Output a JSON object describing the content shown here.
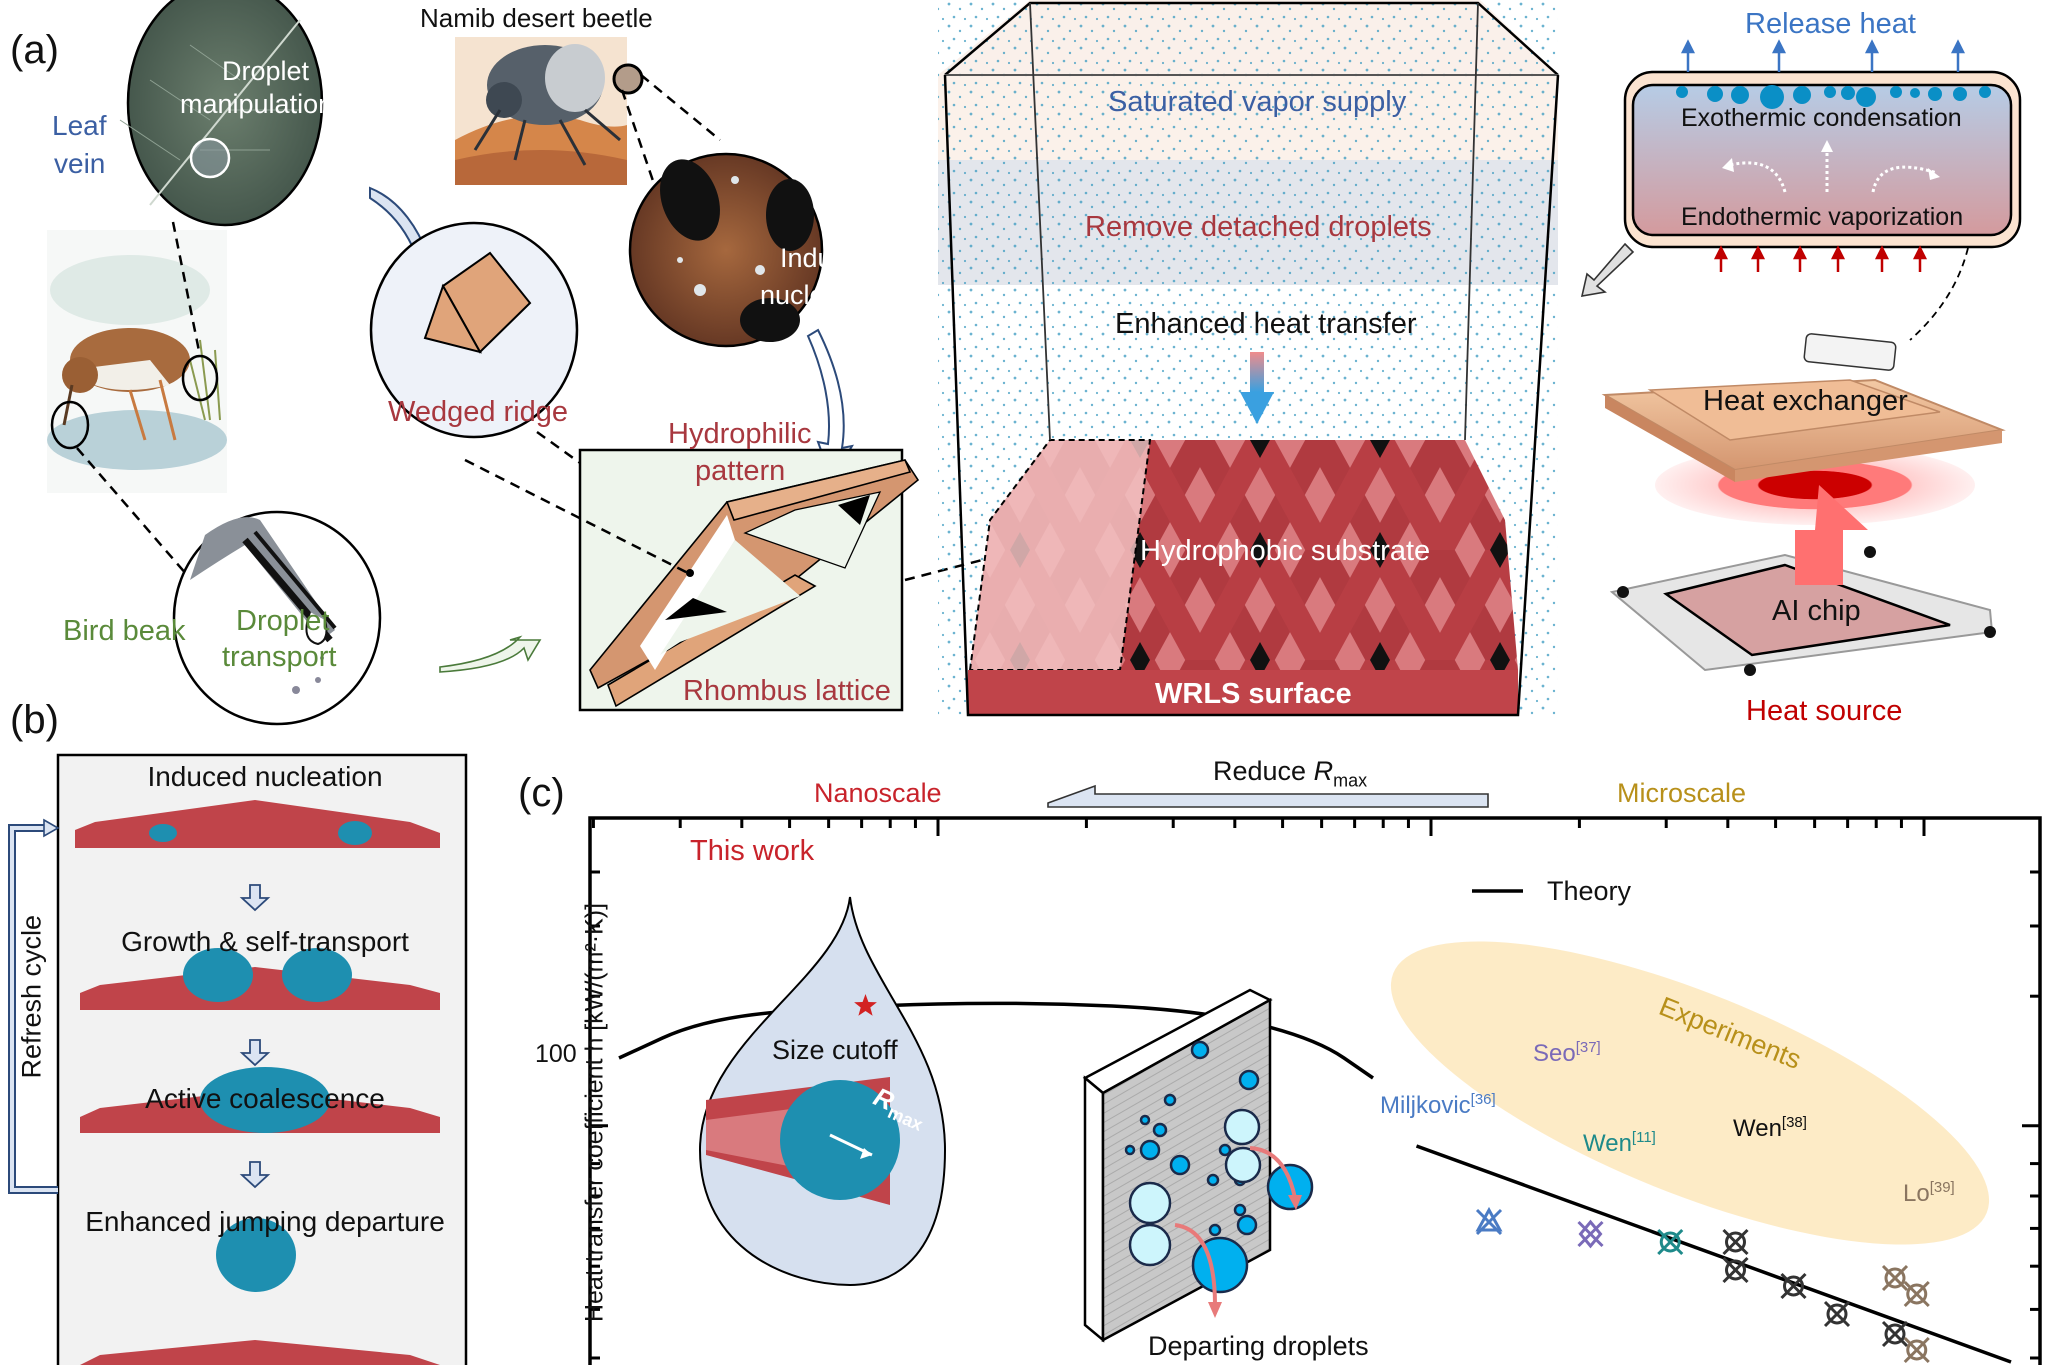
{
  "panel_a": {
    "label": "(a)",
    "leaf": {
      "name_line1": "Leaf",
      "name_line2": "vein",
      "func_line1": "Droplet",
      "func_line2": "manipulation"
    },
    "beetle": {
      "name": "Namib desert beetle",
      "func_line1": "Induced",
      "func_line2": "nucleation"
    },
    "bird": {
      "name": "Bird beak",
      "func_line1": "Droplet",
      "func_line2": "transport"
    },
    "wedged_ridge": "Wedged ridge",
    "hydrophilic_line1": "Hydrophilic",
    "hydrophilic_line2": "pattern",
    "rhombus_lattice": "Rhombus lattice",
    "box": {
      "saturated_vapor": "Saturated vapor supply",
      "remove_droplets": "Remove detached droplets",
      "enhanced_heat": "Enhanced heat transfer",
      "hydrophobic": "Hydrophobic substrate",
      "surface": "WRLS surface"
    },
    "vapor_chamber": {
      "release_heat": "Release heat",
      "exothermic": "Exothermic condensation",
      "endothermic": "Endothermic vaporization"
    },
    "heat_exchanger": "Heat exchanger",
    "ai_chip": "AI chip",
    "heat_source": "Heat source"
  },
  "panel_b": {
    "label": "(b)",
    "refresh_cycle": "Refresh cycle",
    "steps": [
      "Induced nucleation",
      "Growth & self-transport",
      "Active coalescence",
      "Enhanced jumping departure"
    ]
  },
  "panel_c": {
    "label": "(c)",
    "nanoscale": "Nanoscale",
    "microscale": "Microscale",
    "reduce_label": "Reduce ",
    "reduce_var": "R",
    "reduce_sub": "max",
    "this_work": "This work",
    "size_cutoff": "Size cutoff",
    "rmax_var": "R",
    "rmax_sub": "max",
    "departing": "Departing droplets",
    "experiments": "Experiments"
  },
  "colors": {
    "red_text": "#a8383f",
    "blue_text": "#3b5fa3",
    "green_text": "#5a8a3a",
    "gold_text": "#b8901a",
    "lattice": "#e0a47a",
    "substrate": "#c0444a",
    "water": "#1e8fb0"
  },
  "chart_data": {
    "type": "scatter",
    "title": "",
    "xlabel": "",
    "ylabel": "Heat transfer coefficient h [kW/(m²·K)]",
    "yscale": "log",
    "xscale": "log",
    "y_ticks": [
      {
        "value": 100,
        "label": "100"
      }
    ],
    "legend": [
      {
        "name": "Theory",
        "style": "line"
      }
    ],
    "legend_position": "top-right",
    "annotations": [
      "This work",
      "Experiments",
      "Nanoscale",
      "Microscale",
      "Reduce Rmax"
    ],
    "theory_curve_nano": {
      "name": "Theory (nanoscale)",
      "x_rel": [
        0.02,
        0.08,
        0.18,
        0.3,
        0.42,
        0.5,
        0.54
      ],
      "y_rel": [
        0.6,
        0.5,
        0.47,
        0.46,
        0.48,
        0.55,
        0.65
      ]
    },
    "theory_line_micro": {
      "name": "Theory (microscale)",
      "x_rel": [
        0.57,
        0.98
      ],
      "y_rel": [
        0.82,
        1.36
      ]
    },
    "this_work": {
      "x_rel": 0.19,
      "y_rel": 0.47
    },
    "series": [
      {
        "name": "Miljkovic",
        "ref": "[36]",
        "color": "#4a7bc4",
        "marker": "triangle-x",
        "points": [
          {
            "x_rel": 0.62,
            "y_rel": 1.01
          }
        ]
      },
      {
        "name": "Seo",
        "ref": "[37]",
        "color": "#7a6ab8",
        "marker": "diamond-x",
        "points": [
          {
            "x_rel": 0.69,
            "y_rel": 1.04
          }
        ]
      },
      {
        "name": "Wen",
        "ref": "[11]",
        "color": "#1e8a8a",
        "marker": "circle-x",
        "points": [
          {
            "x_rel": 0.745,
            "y_rel": 1.06
          }
        ]
      },
      {
        "name": "Wen",
        "ref": "[38]",
        "color": "#333333",
        "marker": "circle-x",
        "points": [
          {
            "x_rel": 0.79,
            "y_rel": 1.06
          },
          {
            "x_rel": 0.79,
            "y_rel": 1.13
          },
          {
            "x_rel": 0.83,
            "y_rel": 1.17
          },
          {
            "x_rel": 0.86,
            "y_rel": 1.24
          },
          {
            "x_rel": 0.9,
            "y_rel": 1.29
          }
        ]
      },
      {
        "name": "Lo",
        "ref": "[39]",
        "color": "#8a7560",
        "marker": "circle-x",
        "points": [
          {
            "x_rel": 0.9,
            "y_rel": 1.15
          },
          {
            "x_rel": 0.915,
            "y_rel": 1.19
          },
          {
            "x_rel": 0.915,
            "y_rel": 1.33
          }
        ]
      }
    ]
  }
}
